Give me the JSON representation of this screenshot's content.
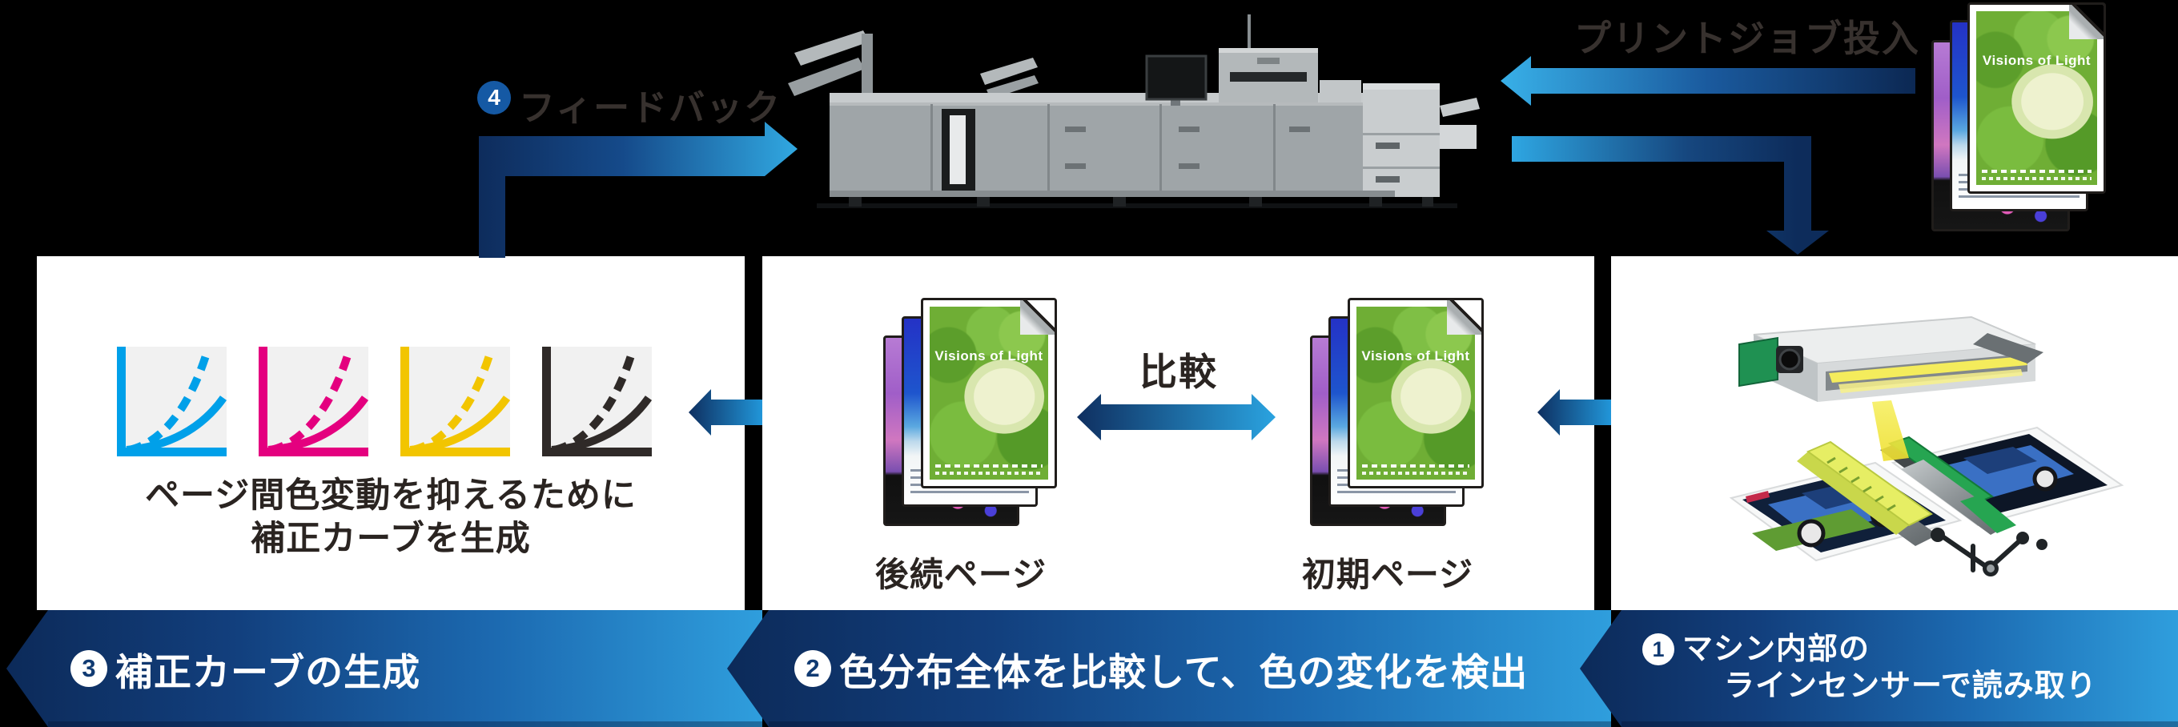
{
  "colors": {
    "background": "#000000",
    "panel": "#ffffff",
    "banner_dark": "#0c2a59",
    "banner_light": "#2f9edd",
    "arrow_dark": "#0d2c5b",
    "arrow_light": "#2fa7e3",
    "headline_text": "#37312e",
    "banner_text": "#ffffff",
    "feedback_badge": "#1559a4"
  },
  "top": {
    "feedback": {
      "number": "4",
      "label": "フィードバック"
    },
    "print_job_label": "プリントジョブ投入"
  },
  "poster": {
    "title": "Visions of Light"
  },
  "panels": {
    "correction": {
      "caption_line1": "ページ間色変動を抑えるために",
      "caption_line2": "補正カーブを生成",
      "banner": {
        "number": "3",
        "label": "補正カーブの生成"
      },
      "charts": [
        {
          "name": "cyan-curve-chart",
          "color": "#00a0e9"
        },
        {
          "name": "magenta-curve-chart",
          "color": "#e4007f"
        },
        {
          "name": "yellow-curve-chart",
          "color": "#f2c500"
        },
        {
          "name": "black-curve-chart",
          "color": "#2f2a28"
        }
      ]
    },
    "compare": {
      "compare_label": "比較",
      "left_stack_label": "後続ページ",
      "right_stack_label": "初期ページ",
      "banner": {
        "number": "2",
        "label": "色分布全体を比較して、色の変化を検出"
      }
    },
    "sensor": {
      "banner": {
        "number": "1",
        "label_line1": "マシン内部の",
        "label_line2": "ラインセンサーで読み取り"
      }
    }
  }
}
